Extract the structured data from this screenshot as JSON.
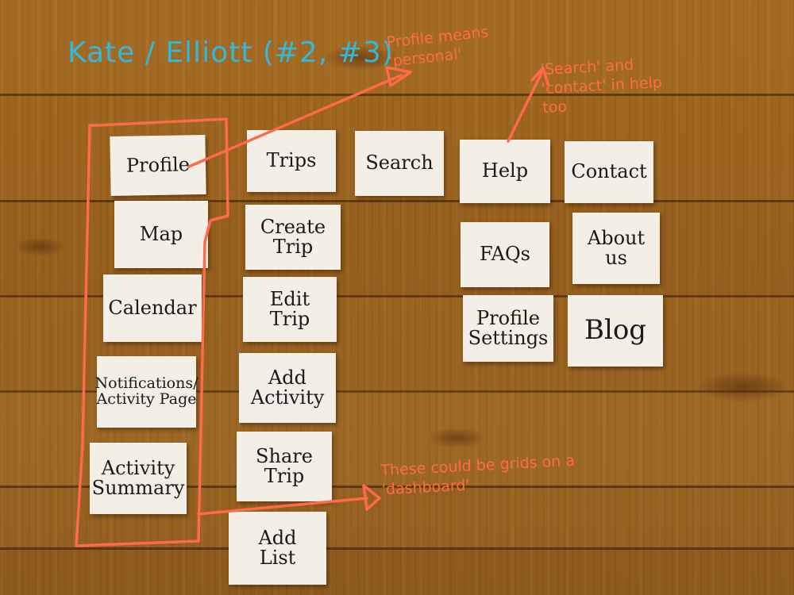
{
  "colors": {
    "ink_orange": "#ff6a4a",
    "ink_blue": "#33b8d9",
    "card": "#f4efe6",
    "wood": "#9a6322"
  },
  "heading": "Kate / Elliott (#2, #3)",
  "annotations": {
    "profile_note": "Profile means\n'personal'",
    "search_note": "'Search' and\n'contact' in help\ntoo",
    "dashboard_note": "These could be grids on a\n'dashboard'"
  },
  "cards": {
    "profile": "Profile",
    "map": "Map",
    "calendar": "Calendar",
    "notifications": "Notifications/\nActivity Page",
    "activity_summary": "Activity\nSummary",
    "trips": "Trips",
    "create_trip": "Create\nTrip",
    "edit_trip": "Edit\nTrip",
    "add_activity": "Add\nActivity",
    "share_trip": "Share\nTrip",
    "add_list": "Add\nList",
    "search": "Search",
    "help": "Help",
    "contact": "Contact",
    "faqs": "FAQs",
    "about_us": "About\nus",
    "profile_settings": "Profile\nSettings",
    "blog": "Blog"
  }
}
